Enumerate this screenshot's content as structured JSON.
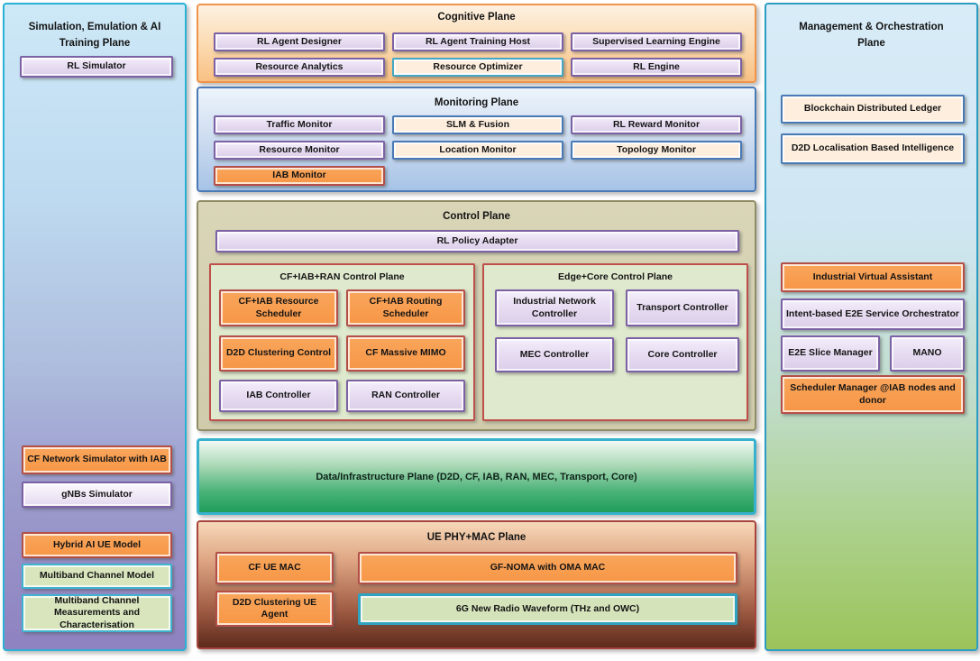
{
  "colors": {
    "accent_teal_border": "#29b2d6",
    "accent_blue_border": "#4a7ab5",
    "accent_purple_border": "#7c61a5",
    "accent_red_border": "#b44f48",
    "orange_fill": "#f79646",
    "lavender_fill": "#e8ddf2",
    "cream_fill": "#fdeede",
    "green_fill": "#d8e5bd"
  },
  "left_panel": {
    "title": "Simulation, Emulation & AI Training Plane",
    "rl_simulator": "RL Simulator",
    "cf_network_simulator": "CF Network Simulator with IAB",
    "gnbs_simulator": "gNBs Simulator",
    "hybrid_ai_ue_model": "Hybrid AI UE Model",
    "multiband_channel_model": "Multiband Channel Model",
    "multiband_measurements": "Multiband Channel Measurements and Characterisation"
  },
  "cognitive_plane": {
    "title": "Cognitive Plane",
    "boxes": [
      "RL Agent Designer",
      "RL Agent Training Host",
      "Supervised Learning Engine",
      "Resource Analytics",
      "Resource Optimizer",
      "RL Engine"
    ]
  },
  "monitoring_plane": {
    "title": "Monitoring Plane",
    "boxes": [
      "Traffic Monitor",
      "SLM & Fusion",
      "RL Reward Monitor",
      "Resource Monitor",
      "Location Monitor",
      "Topology Monitor",
      "IAB Monitor"
    ]
  },
  "control_plane": {
    "title": "Control Plane",
    "rl_policy_adapter": "RL Policy Adapter",
    "cf_iab_ran": {
      "title": "CF+IAB+RAN Control Plane",
      "boxes": [
        "CF+IAB Resource Scheduler",
        "CF+IAB Routing Scheduler",
        "D2D Clustering Control",
        "CF Massive MIMO",
        "IAB Controller",
        "RAN Controller"
      ]
    },
    "edge_core": {
      "title": "Edge+Core Control Plane",
      "boxes": [
        "Industrial Network Controller",
        "Transport Controller",
        "MEC Controller",
        "Core Controller"
      ]
    }
  },
  "data_plane": {
    "title": "Data/Infrastructure Plane (D2D, CF, IAB, RAN, MEC, Transport, Core)"
  },
  "ue_plane": {
    "title": "UE PHY+MAC Plane",
    "cf_ue_mac": "CF UE MAC",
    "gf_noma": "GF-NOMA with OMA MAC",
    "d2d_clustering_ue_agent": "D2D Clustering UE Agent",
    "waveform": "6G New Radio Waveform (THz and OWC)"
  },
  "management_plane": {
    "title": "Management & Orchestration Plane",
    "blockchain": "Blockchain Distributed Ledger",
    "d2d_localisation": "D2D Localisation Based Intelligence",
    "industrial_va": "Industrial Virtual Assistant",
    "intent_orchestrator": "Intent-based E2E Service Orchestrator",
    "e2e_slice_manager": "E2E Slice Manager",
    "mano": "MANO",
    "scheduler_manager": "Scheduler Manager @IAB nodes and donor"
  }
}
